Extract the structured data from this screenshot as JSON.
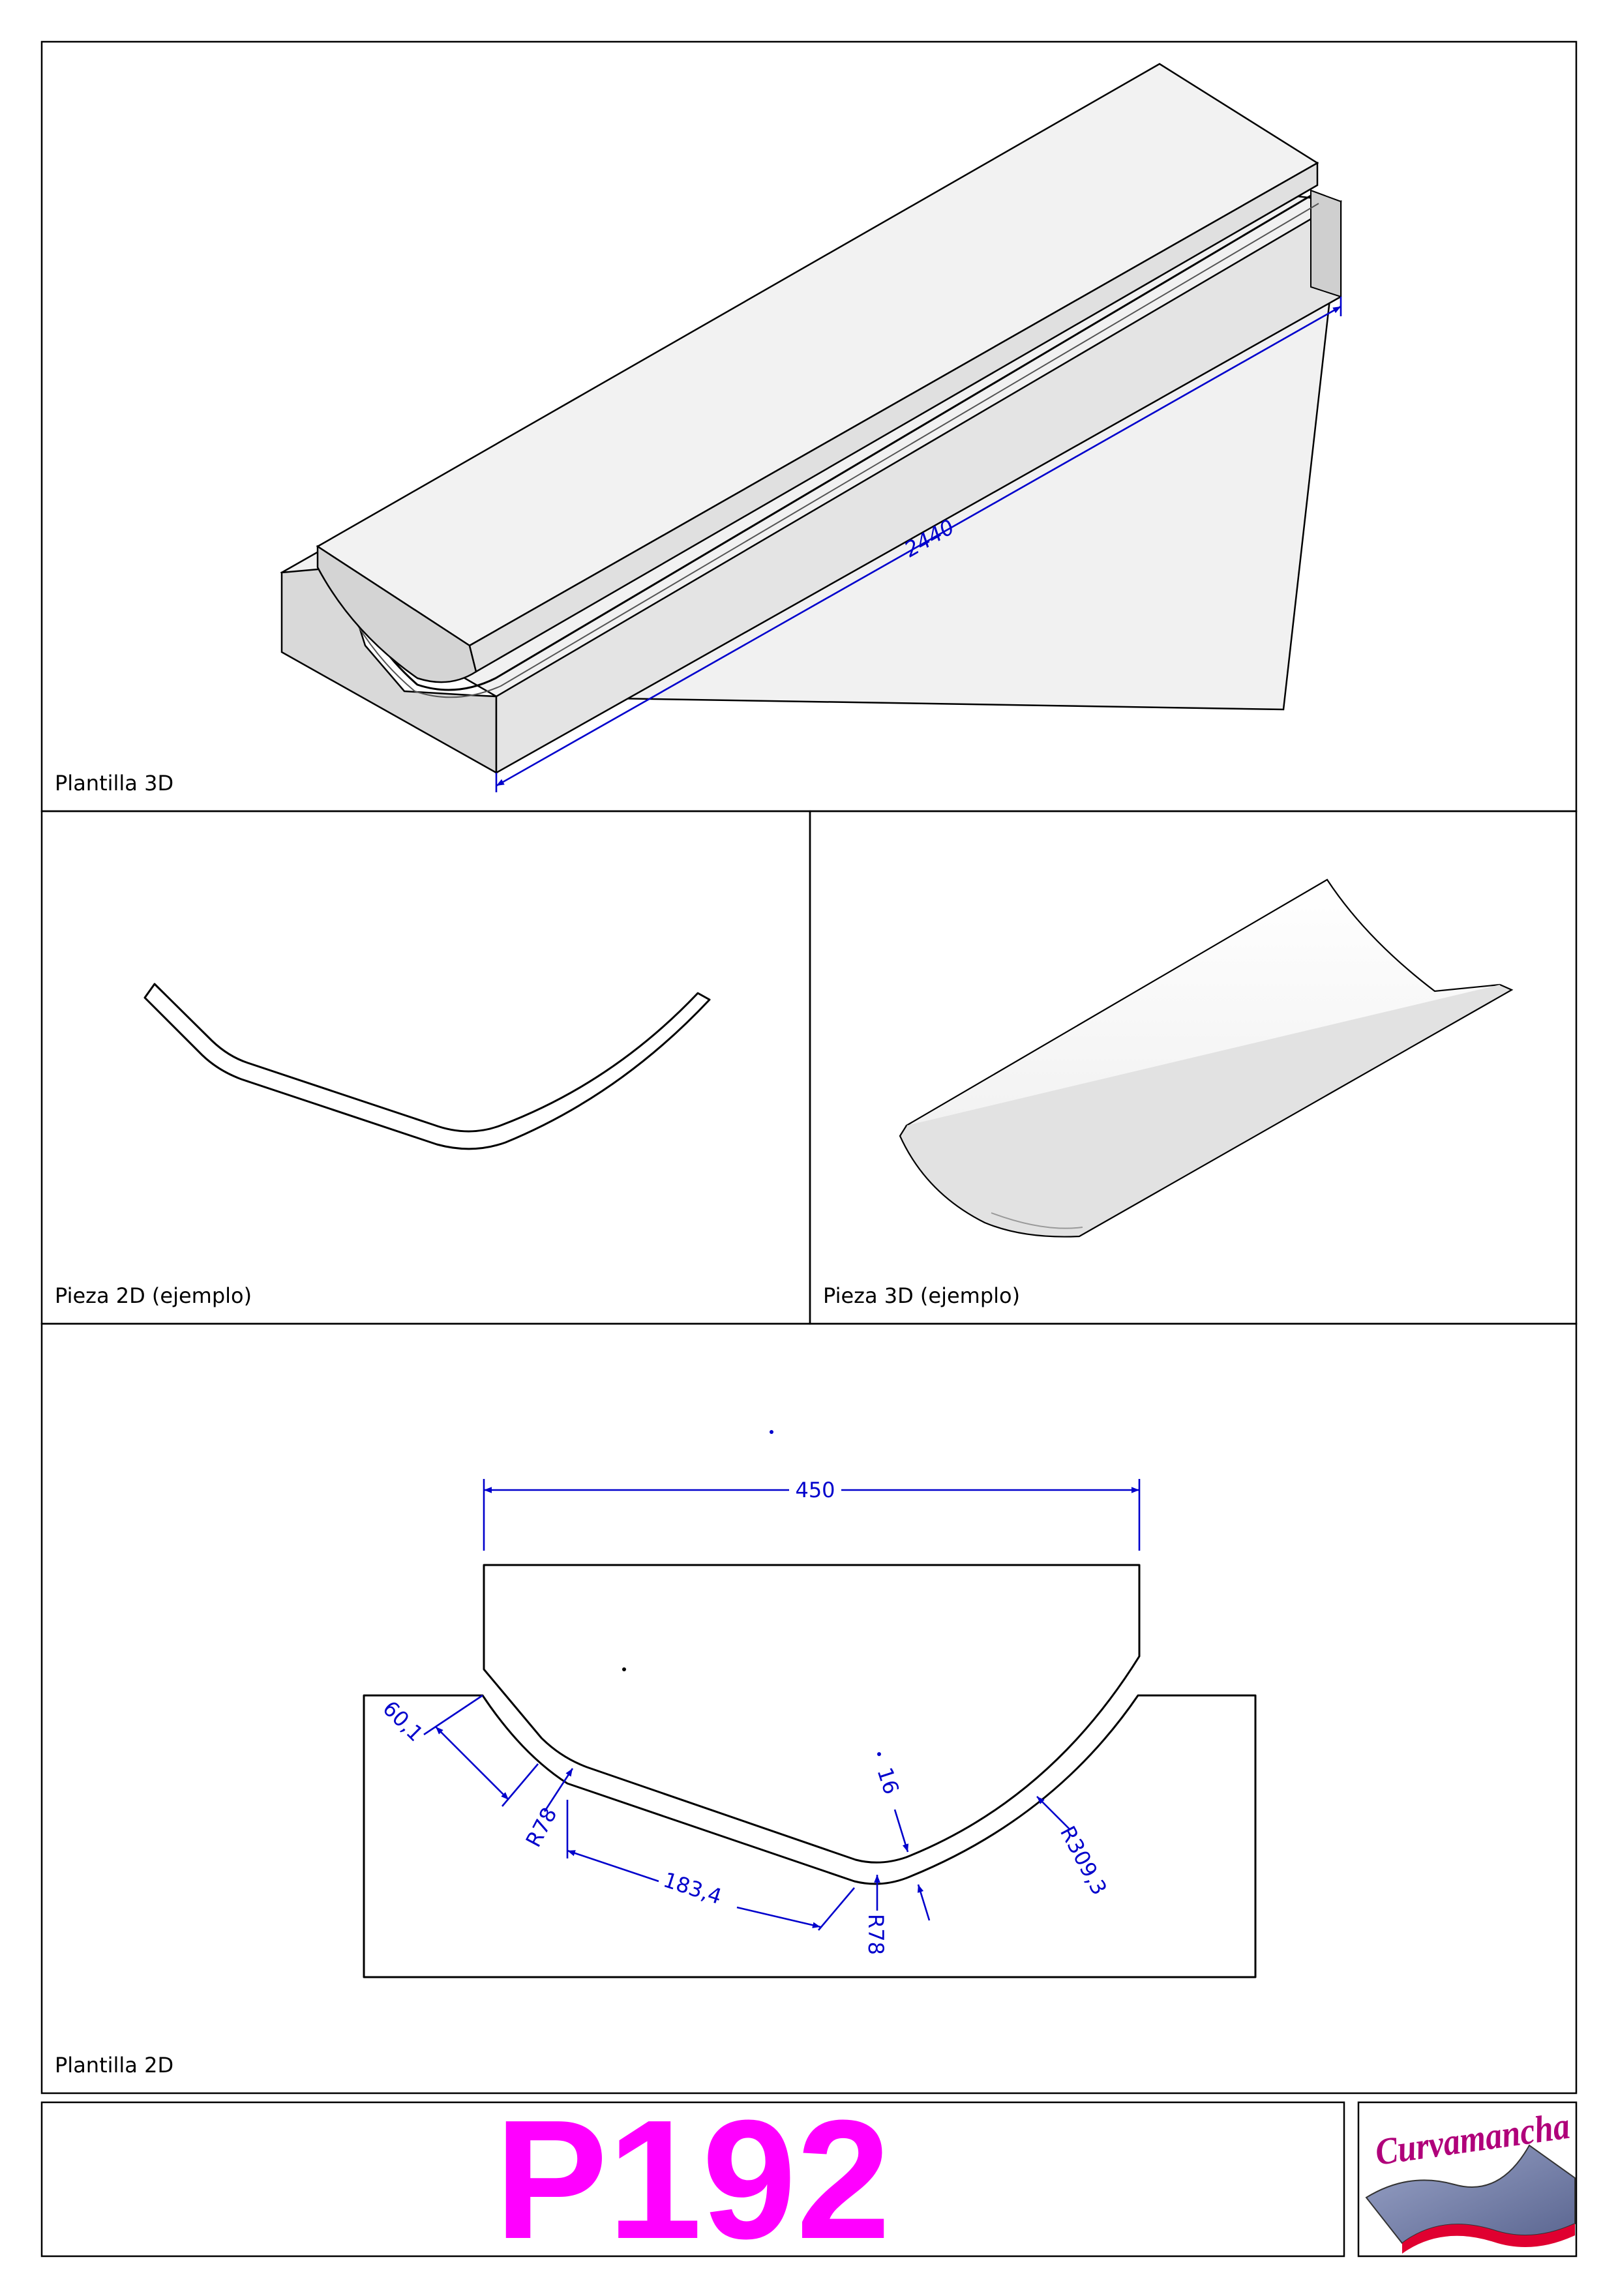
{
  "panels": {
    "plantilla_3d": {
      "label": "Plantilla 3D",
      "length_dim": "2440"
    },
    "pieza_2d": {
      "label": "Pieza 2D (ejemplo)"
    },
    "pieza_3d": {
      "label": "Pieza 3D (ejemplo)"
    },
    "plantilla_2d": {
      "label": "Plantilla 2D",
      "dims": {
        "width": "450",
        "edge": "60,1",
        "radius_left": "R78",
        "flat_length": "183,4",
        "thickness": "16",
        "radius_bottom": "R78",
        "radius_right": "R309,3"
      }
    }
  },
  "title_block": {
    "code": "P192",
    "logo_text": "Curvamancha"
  },
  "colors": {
    "dimension": "#0000cc",
    "title": "#ff00ff",
    "logo": "#b0007a"
  }
}
